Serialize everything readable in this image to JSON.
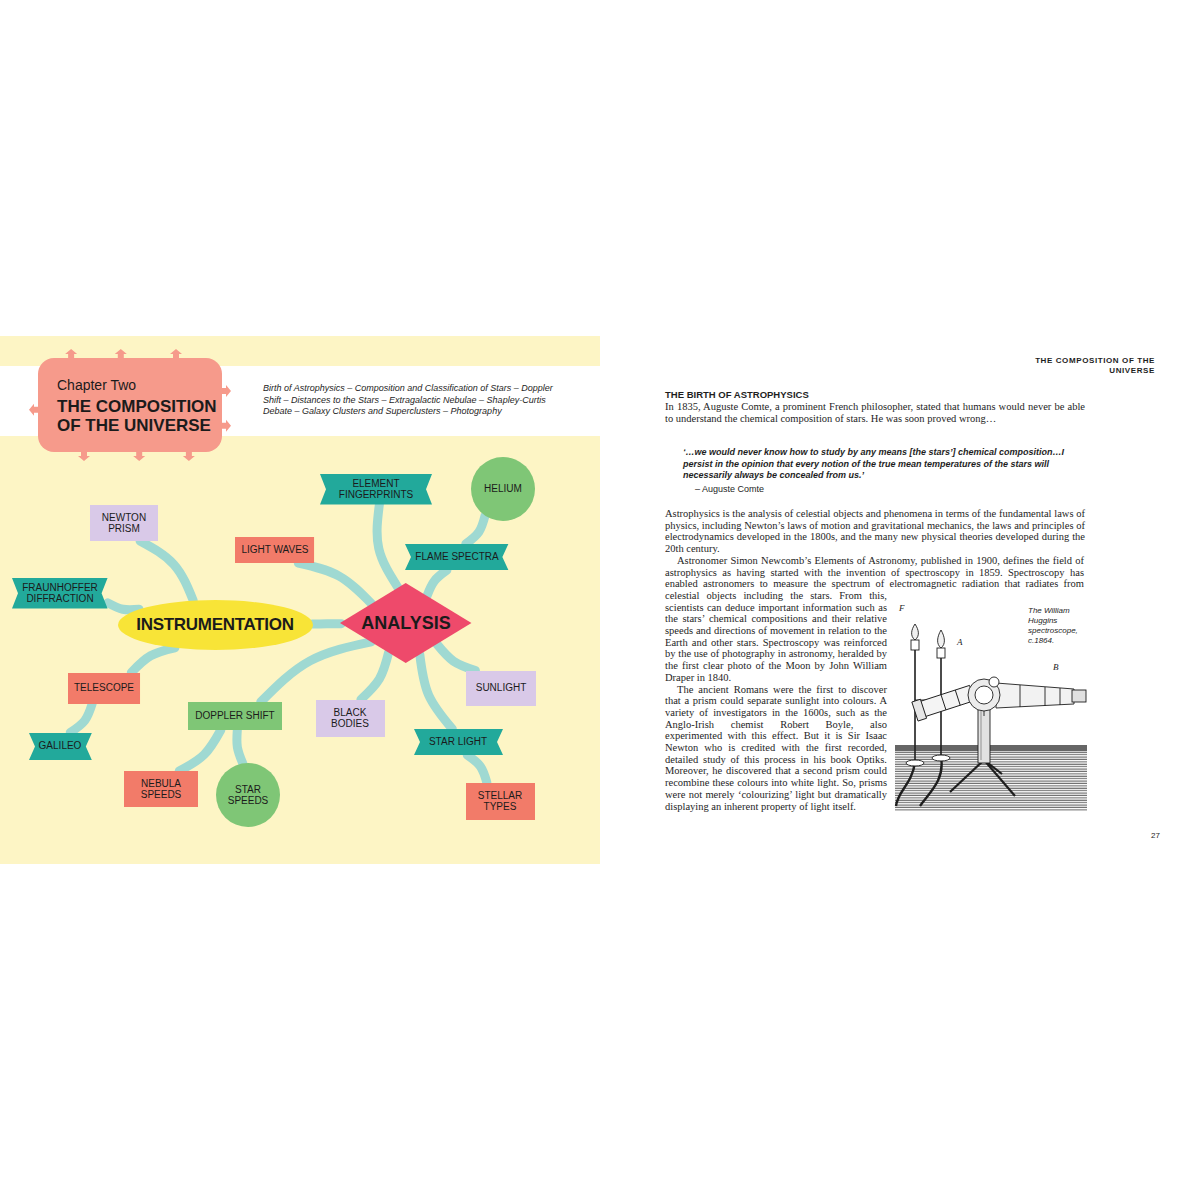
{
  "diagram": {
    "nodes": [
      {
        "text": [
          "Chapter Two",
          "THE COMPOSITION OF THE UNIVERSE"
        ]
      },
      {
        "text": [
          "ELEMENT FINGERPRINTS"
        ]
      },
      {
        "text": [
          "HELIUM"
        ]
      },
      {
        "text": [
          "NEWTON PRISM"
        ]
      },
      {
        "text": [
          "LIGHT WAVES"
        ]
      },
      {
        "text": [
          "FLAME SPECTRA"
        ]
      },
      {
        "text": [
          "FRAUNHOFFER DIFFRACTION"
        ]
      },
      {
        "text": [
          "INSTRUMENTATION"
        ]
      },
      {
        "text": [
          "ANALYSIS"
        ]
      },
      {
        "text": [
          "SUNLIGHT"
        ]
      },
      {
        "text": [
          "TELESCOPE"
        ]
      },
      {
        "text": [
          "BLACK BODIES"
        ]
      },
      {
        "text": [
          "DOPPLER SHIFT"
        ]
      },
      {
        "text": [
          "STAR LIGHT"
        ]
      },
      {
        "text": [
          "GALILEO"
        ]
      },
      {
        "text": [
          "NEBULA SPEEDS"
        ]
      },
      {
        "text": [
          "STAR SPEEDS"
        ]
      },
      {
        "text": [
          "STELLAR TYPES"
        ]
      }
    ],
    "edges": [
      {
        "from": 7,
        "to": 3,
        "arrow": "none"
      },
      {
        "from": 7,
        "to": 6,
        "arrow": "none"
      },
      {
        "from": 7,
        "to": 10,
        "arrow": "none"
      },
      {
        "from": 10,
        "to": 14,
        "arrow": "none"
      },
      {
        "from": 7,
        "to": 8,
        "arrow": "none"
      },
      {
        "from": 8,
        "to": 4,
        "arrow": "none"
      },
      {
        "from": 8,
        "to": 1,
        "arrow": "none"
      },
      {
        "from": 8,
        "to": 5,
        "arrow": "none"
      },
      {
        "from": 5,
        "to": 2,
        "arrow": "none"
      },
      {
        "from": 8,
        "to": 9,
        "arrow": "none"
      },
      {
        "from": 8,
        "to": 11,
        "arrow": "none"
      },
      {
        "from": 8,
        "to": 13,
        "arrow": "none"
      },
      {
        "from": 13,
        "to": 17,
        "arrow": "none"
      },
      {
        "from": 8,
        "to": 12,
        "arrow": "none"
      },
      {
        "from": 12,
        "to": 15,
        "arrow": "none"
      },
      {
        "from": 12,
        "to": 16,
        "arrow": "none"
      }
    ],
    "labels": [
      "Birth of Astrophysics – Composition and Classification of Stars – Doppler Shift – Distances to the Stars – Extragalactic Nebulae – Shapley-Curtis Debate – Galaxy Clusters and Superclusters – Photography",
      "THE COMPOSITION OF THE UNIVERSE",
      "THE BIRTH OF ASTROPHYSICS",
      "In 1835, Auguste Comte, a prominent French philosopher, stated that humans would never be able to understand the chemical composition of stars. He was soon proved wrong…",
      "‘…we would never know how to study by any means [the stars’] chemical composition…I persist in the opinion that every notion of the true mean temperatures of the stars will necessarily always be concealed from us.’",
      "– Auguste Comte",
      "Astrophysics is the analysis of celestial objects and phenomena in terms of the fundamental laws of physics, including Newton’s laws of motion and gravitational mechanics, the laws and principles of electrodynamics developed in the 1800s, and the many new physical theories developed during the 20th century.",
      "Astronomer Simon Newcomb’s Elements of Astronomy, published in 1900, defines the field of astrophysics as having started with the invention of spectroscopy in 1859. Spectroscopy has enabled astronomers to measure the spectrum of electromagnetic radiation that radiates from celestial objects including the stars. From this, scientists can deduce important information such as the stars’ chemical compositions and their relative speeds and directions of movement in relation to the Earth and other stars. Spectroscopy was reinforced by the use of photography in astronomy, heralded by the first clear photo of the Moon by John William Draper in 1840.",
      "The ancient Romans were the first to discover that a prism could separate sunlight into colours. A variety of investigators in the 1600s, such as the Anglo-Irish chemist Robert Boyle, also experimented with this effect. But it is Sir Isaac Newton who is credited with the first recorded, detailed study of this process in his book Optiks. Moreover, he discovered that a second prism could recombine these colours into white light. So, prisms were not merely ‘colourizing’ light but dramatically displaying an inherent property of light itself.",
      "The William Huggins spectroscope, c.1864.",
      "F",
      "A",
      "B",
      "27"
    ]
  }
}
